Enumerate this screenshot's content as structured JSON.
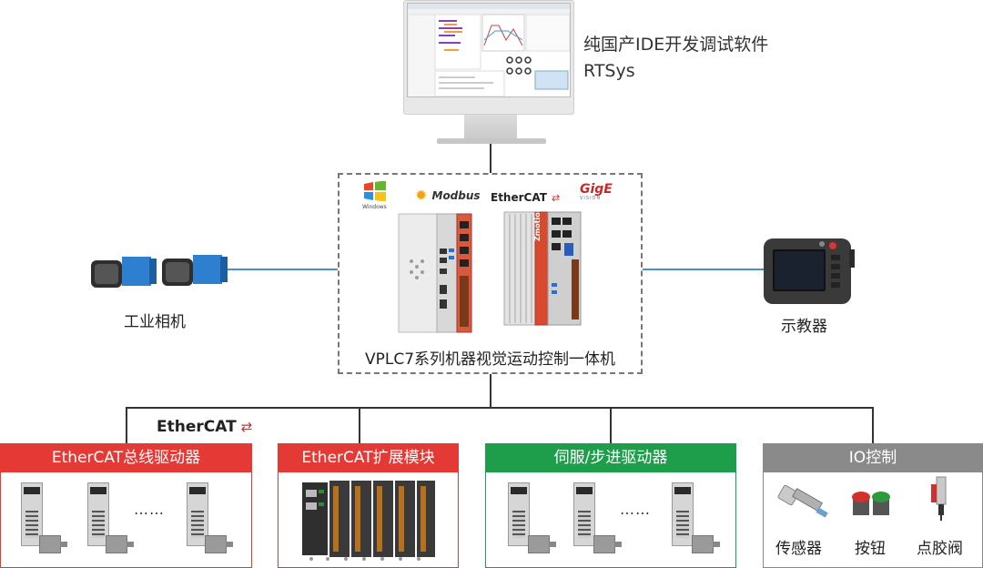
{
  "ide": {
    "line1": "纯国产IDE开发调试软件",
    "line2": "RTSys"
  },
  "controller": {
    "caption": "VPLC7系列机器视觉运动控制一体机",
    "logos": {
      "windows": "Windows",
      "modbus": "Modbus",
      "ethercat": "EtherCAT",
      "gige": "GigE",
      "gige_sub": "VISION"
    },
    "device_brand": "Zmotion"
  },
  "left": {
    "label": "工业相机"
  },
  "right": {
    "label": "示教器"
  },
  "bus_logo": "EtherCAT",
  "categories": [
    {
      "title": "EtherCAT总线驱动器",
      "dots": "……"
    },
    {
      "title": "EtherCAT扩展模块"
    },
    {
      "title": "伺服/步进驱动器",
      "dots": "……"
    },
    {
      "title": "IO控制",
      "items": [
        "传感器",
        "按钮",
        "点胶阀"
      ]
    }
  ],
  "colors": {
    "red": "#e53935",
    "green": "#1e9e4a",
    "gray": "#8a8a8a",
    "link": "#4a8fc8"
  }
}
